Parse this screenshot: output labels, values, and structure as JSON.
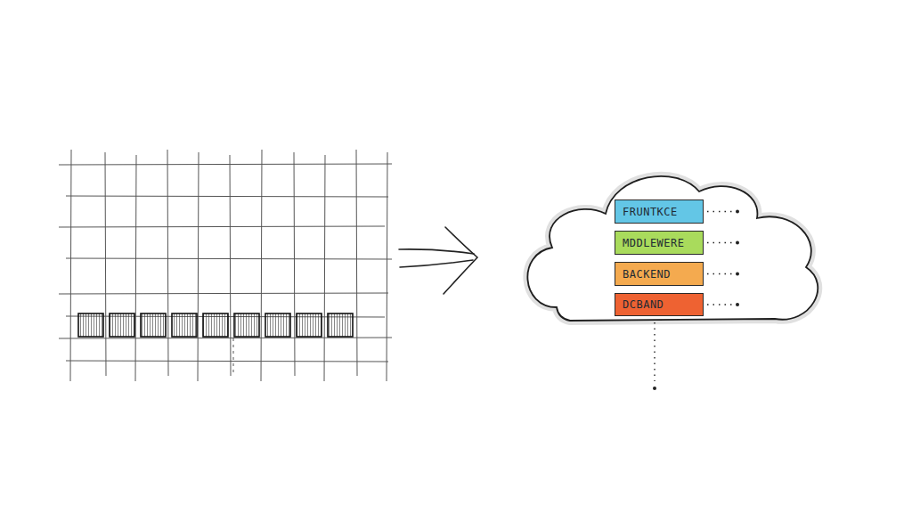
{
  "diagram": {
    "nodes": [
      {
        "text": [
          "FRUNTKCE"
        ]
      },
      {
        "text": [
          "MDDLEWERE"
        ]
      },
      {
        "text": [
          "BACKEND"
        ]
      },
      {
        "text": [
          "DCBAND"
        ]
      }
    ]
  }
}
